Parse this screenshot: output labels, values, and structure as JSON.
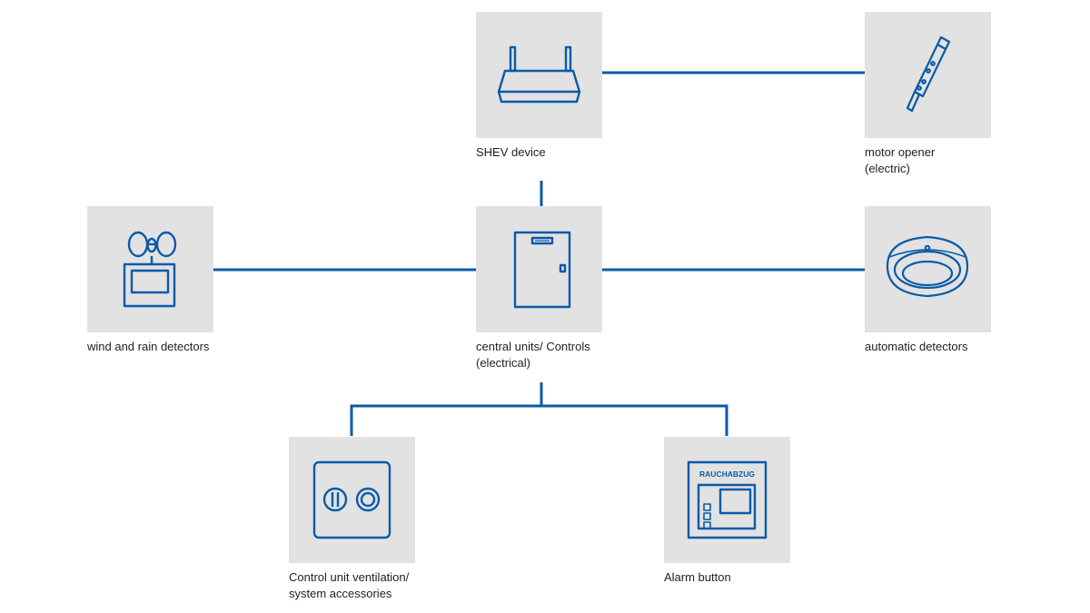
{
  "colors": {
    "accent": "#0a5aa8",
    "tile": "#e2e2e2",
    "text": "#1f1f1f"
  },
  "nodes": {
    "shev_device": {
      "label": "SHEV device",
      "icon": "router-icon"
    },
    "motor_opener": {
      "label": "motor opener\n(electric)",
      "icon": "motor-opener-icon"
    },
    "wind_rain": {
      "label": "wind and rain detectors",
      "icon": "anemometer-icon"
    },
    "central_unit": {
      "label": "central units/ Controls\n(electrical)",
      "icon": "control-cabinet-icon"
    },
    "automatic_detectors": {
      "label": "automatic detectors",
      "icon": "smoke-detector-icon"
    },
    "control_unit": {
      "label": "Control unit ventilation/\nsystem accessories",
      "icon": "switch-panel-icon"
    },
    "alarm_button": {
      "label": "Alarm button",
      "icon": "alarm-panel-icon",
      "panel_text": "RAUCHABZUG"
    }
  }
}
